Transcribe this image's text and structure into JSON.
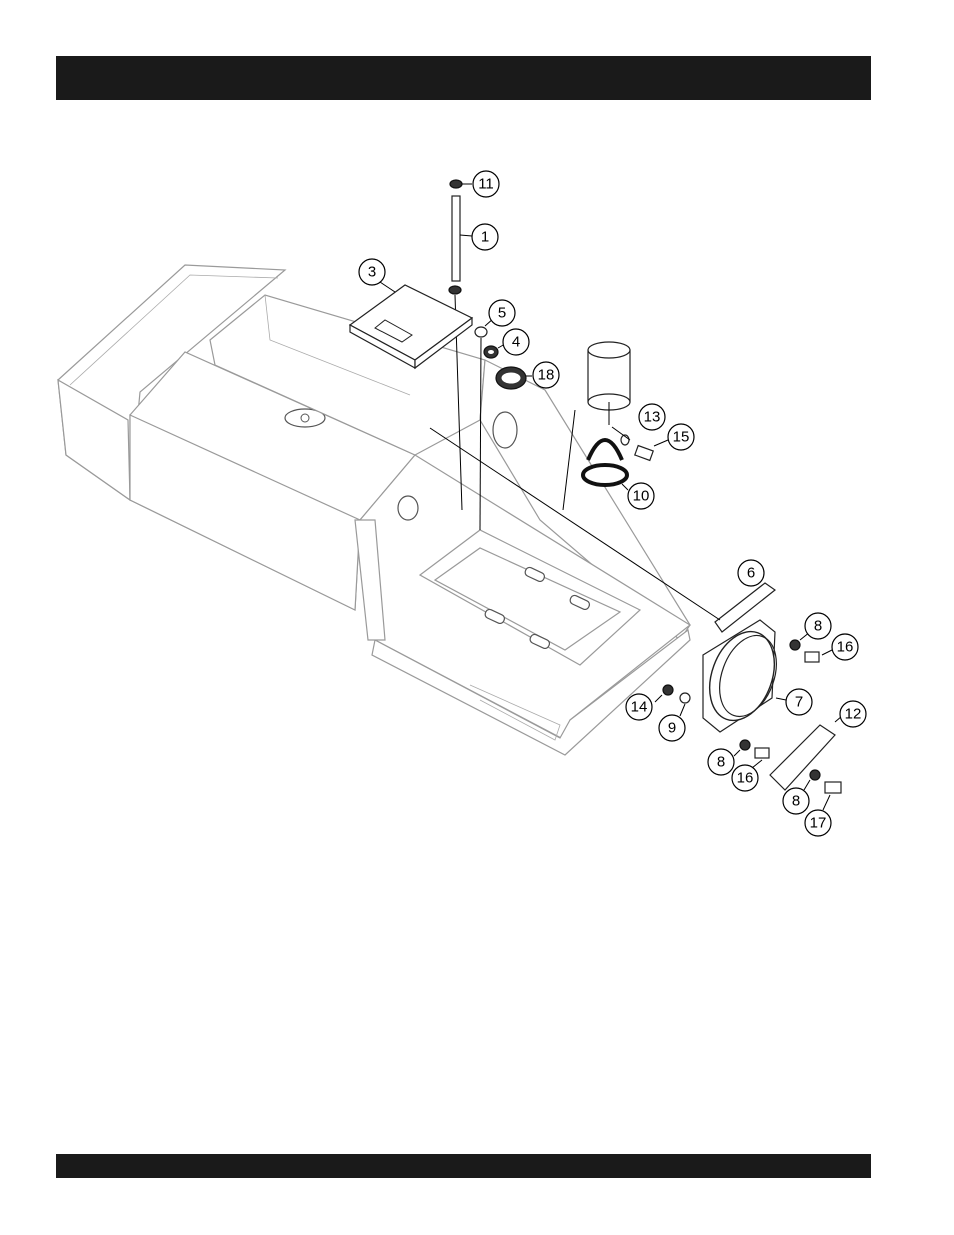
{
  "header": {
    "title": ""
  },
  "footer": {
    "text": ""
  },
  "callouts": [
    {
      "id": "11",
      "label": "11"
    },
    {
      "id": "1",
      "label": "1"
    },
    {
      "id": "3",
      "label": "3"
    },
    {
      "id": "5",
      "label": "5"
    },
    {
      "id": "4",
      "label": "4"
    },
    {
      "id": "18",
      "label": "18"
    },
    {
      "id": "13",
      "label": "13"
    },
    {
      "id": "15",
      "label": "15"
    },
    {
      "id": "10",
      "label": "10"
    },
    {
      "id": "6",
      "label": "6"
    },
    {
      "id": "8a",
      "label": "8"
    },
    {
      "id": "16a",
      "label": "16"
    },
    {
      "id": "7",
      "label": "7"
    },
    {
      "id": "12",
      "label": "12"
    },
    {
      "id": "14",
      "label": "14"
    },
    {
      "id": "9",
      "label": "9"
    },
    {
      "id": "8b",
      "label": "8"
    },
    {
      "id": "16b",
      "label": "16"
    },
    {
      "id": "8c",
      "label": "8"
    },
    {
      "id": "17",
      "label": "17"
    }
  ]
}
